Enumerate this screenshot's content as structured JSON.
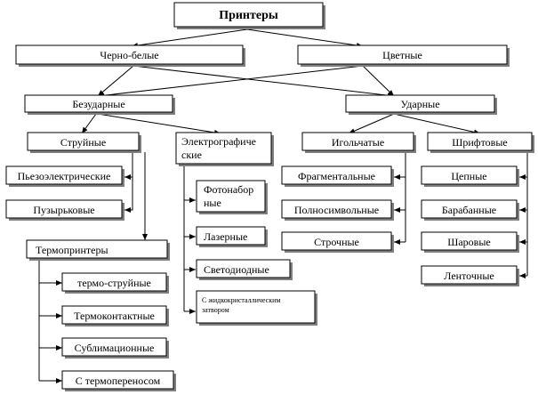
{
  "diagram": {
    "root": "Принтеры",
    "mono": "Черно-белые",
    "color": "Цветные",
    "nonimpact": "Безударные",
    "impact": "Ударные",
    "inkjet": "Струйные",
    "piezo": "Пьезоэлектрические",
    "bubble": "Пузырьковые",
    "thermo": "Термопринтеры",
    "thermo_inkjet": "термо-струйные",
    "thermocontact": "Термоконтактные",
    "sublimation": "Сублимационные",
    "thermotransfer": "С термопереносом",
    "electro_line1": "Электрографиче",
    "electro_line2": "ские",
    "photoset_line1": "Фотонабор",
    "photoset_line2": "ные",
    "laser": "Лазерные",
    "led": "Светодиодные",
    "lcd_line1": "С жидкокристаллическим",
    "lcd_line2": "затвором",
    "needle": "Игольчатые",
    "fragment": "Фрагментальные",
    "fullchar": "Полносимвольные",
    "line": "Строчные",
    "font": "Шрифтовые",
    "chain": "Цепные",
    "drum": "Барабанные",
    "ball": "Шаровые",
    "band": "Ленточные"
  }
}
